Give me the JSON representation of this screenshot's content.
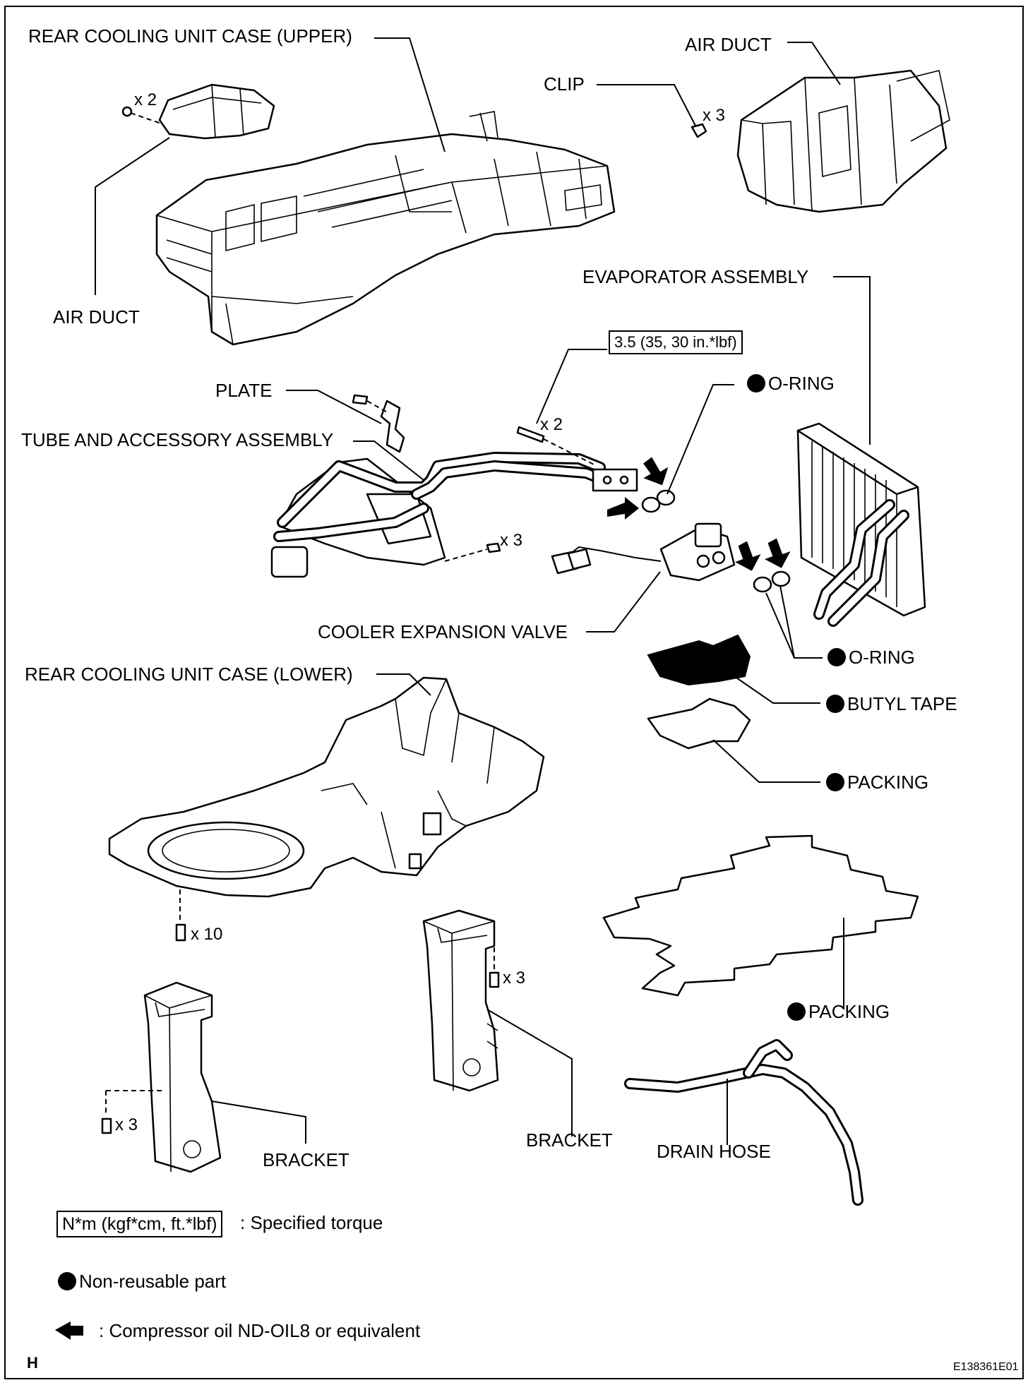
{
  "labels": {
    "rear_case_upper": "REAR COOLING UNIT CASE (UPPER)",
    "air_duct_top": "AIR DUCT",
    "clip": "CLIP",
    "air_duct_left": "AIR DUCT",
    "evaporator": "EVAPORATOR ASSEMBLY",
    "plate": "PLATE",
    "tube_assembly": "TUBE AND ACCESSORY ASSEMBLY",
    "o_ring_upper": "O-RING",
    "cooler_expansion_valve": "COOLER EXPANSION VALVE",
    "o_ring_lower": "O-RING",
    "rear_case_lower": "REAR COOLING UNIT CASE (LOWER)",
    "butyl_tape": "BUTYL TAPE",
    "packing_small": "PACKING",
    "packing_large": "PACKING",
    "bracket_left": "BRACKET",
    "bracket_middle": "BRACKET",
    "drain_hose": "DRAIN HOSE"
  },
  "quantities": {
    "duct_screws": "x 2",
    "clips": "x 3",
    "tube_bolts": "x 2",
    "tube_screws": "x 3",
    "lower_case_screws": "x 10",
    "bracket_left_screws": "x 3",
    "bracket_middle_screws": "x 3"
  },
  "torque": {
    "value": "3.5 (35, 30 in.*lbf)"
  },
  "legend": {
    "torque_unit": "N*m (kgf*cm, ft.*lbf)",
    "torque_desc": ": Specified torque",
    "non_reusable": "Non-reusable part",
    "compressor_oil": ": Compressor oil ND-OIL8 or equivalent"
  },
  "footer": {
    "corner_letter": "H",
    "figure_id": "E138361E01"
  },
  "colors": {
    "ink": "#000000",
    "paper": "#ffffff"
  }
}
